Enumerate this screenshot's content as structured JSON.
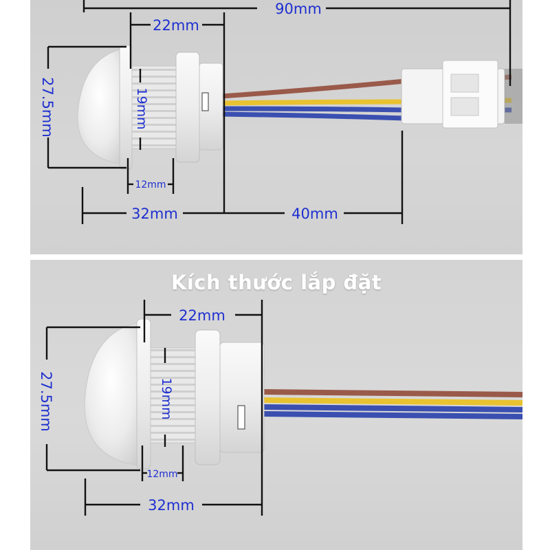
{
  "top_panel": {
    "dim_total_length": "90mm",
    "dim_thread_width": "22mm",
    "dim_height": "27.5mm",
    "dim_thread_diameter": "19mm",
    "dim_flange": "12mm",
    "dim_body_length": "32mm",
    "dim_wire_length": "40mm"
  },
  "bottom_panel": {
    "caption": "Kích thước lắp đặt",
    "dim_thread_width": "22mm",
    "dim_height": "27.5mm",
    "dim_thread_diameter": "19mm",
    "dim_flange": "12mm",
    "dim_body_length": "32mm"
  },
  "colors": {
    "dimension_text": "#1e2fd0",
    "dimension_line": "#111111",
    "wire_brown": "#9a5a4a",
    "wire_yellow": "#e8c230",
    "wire_blue": "#3a4fb0",
    "sensor_body": "#f2f2f2"
  }
}
